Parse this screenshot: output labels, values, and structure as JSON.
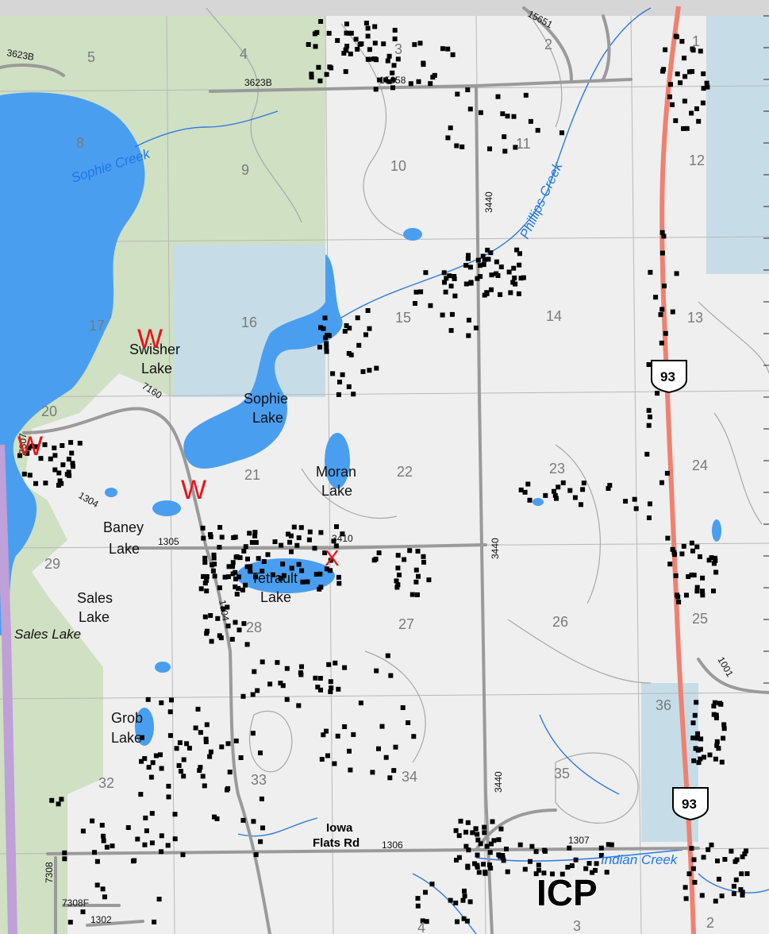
{
  "colors": {
    "land": "#efefef",
    "public_land_green": "#cfe0c3",
    "state_land_blue": "#c6dde8",
    "water": "#4a9ef0",
    "stream": "#2a7ae2",
    "highway": "#f08070",
    "boundary": "#c0a0d8",
    "road": "#9a9a9a",
    "label_red": "#e8141a"
  },
  "sections": [
    "1",
    "2",
    "3",
    "4",
    "5",
    "8",
    "9",
    "10",
    "11",
    "12",
    "13",
    "14",
    "15",
    "16",
    "17",
    "20",
    "21",
    "22",
    "23",
    "24",
    "25",
    "26",
    "27",
    "28",
    "29",
    "32",
    "33",
    "34",
    "35",
    "36",
    "2",
    "3",
    "4"
  ],
  "lakes": {
    "swisher": [
      "Swisher",
      "Lake"
    ],
    "sophie": [
      "Sophie",
      "Lake"
    ],
    "moran": [
      "Moran",
      "Lake"
    ],
    "baney": [
      "Baney",
      "Lake"
    ],
    "tetrault": [
      "Tetrault",
      "Lake"
    ],
    "sales": [
      "Sales",
      "Lake"
    ],
    "grob": [
      "Grob",
      "Lake"
    ]
  },
  "water_labels": {
    "sophie_creek": "Sophie Creek",
    "phillips_creek": "Phillips Creek",
    "sales_lake_italic": "Sales Lake",
    "indian_creek": "Indian Creek"
  },
  "roads": {
    "r3623b_a": "3623B",
    "r3623b_b": "3623B",
    "r15651": "15651",
    "r15658": "15658",
    "r3440_a": "3440",
    "r3440_b": "3440",
    "r3440_c": "3440",
    "r7160": "7160",
    "r1304_a": "1304",
    "r1304_b": "1304",
    "r1305": "1305",
    "r3410": "3410",
    "r1306": "1306",
    "r1307": "1307",
    "r1001": "1001",
    "r7308": "7308",
    "r7308f": "7308F",
    "r1302": "1302",
    "r7307": "7307"
  },
  "highway_shield": "93",
  "iowa_flats": [
    "Iowa",
    "Flats Rd"
  ],
  "markers": {
    "w": "W",
    "x": "X"
  },
  "icp": "ICP"
}
